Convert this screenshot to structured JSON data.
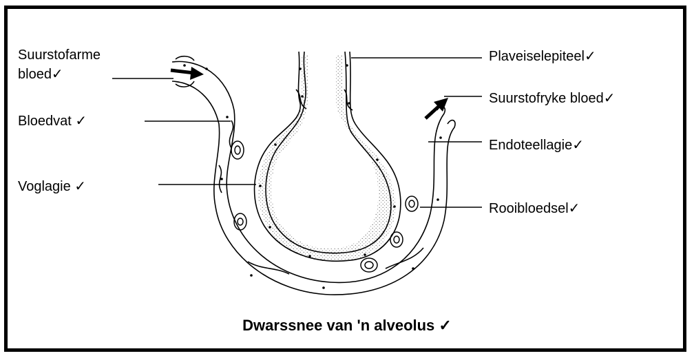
{
  "labels": {
    "suurstofarme_line1": "Suurstofarme",
    "suurstofarme_line2": "bloed✓",
    "bloedvat": "Bloedvat ✓",
    "voglagie": "Voglagie ✓",
    "plaveiselepiteel": "Plaveiselepiteel✓",
    "suurstofryke": "Suurstofryke bloed✓",
    "endoteellagie": "Endoteellagie✓",
    "rooibloedsel": "Rooibloedsel✓"
  },
  "caption": "Dwarssnee van 'n alveolus ✓",
  "colors": {
    "ink": "#000000",
    "moist": "#555555"
  }
}
